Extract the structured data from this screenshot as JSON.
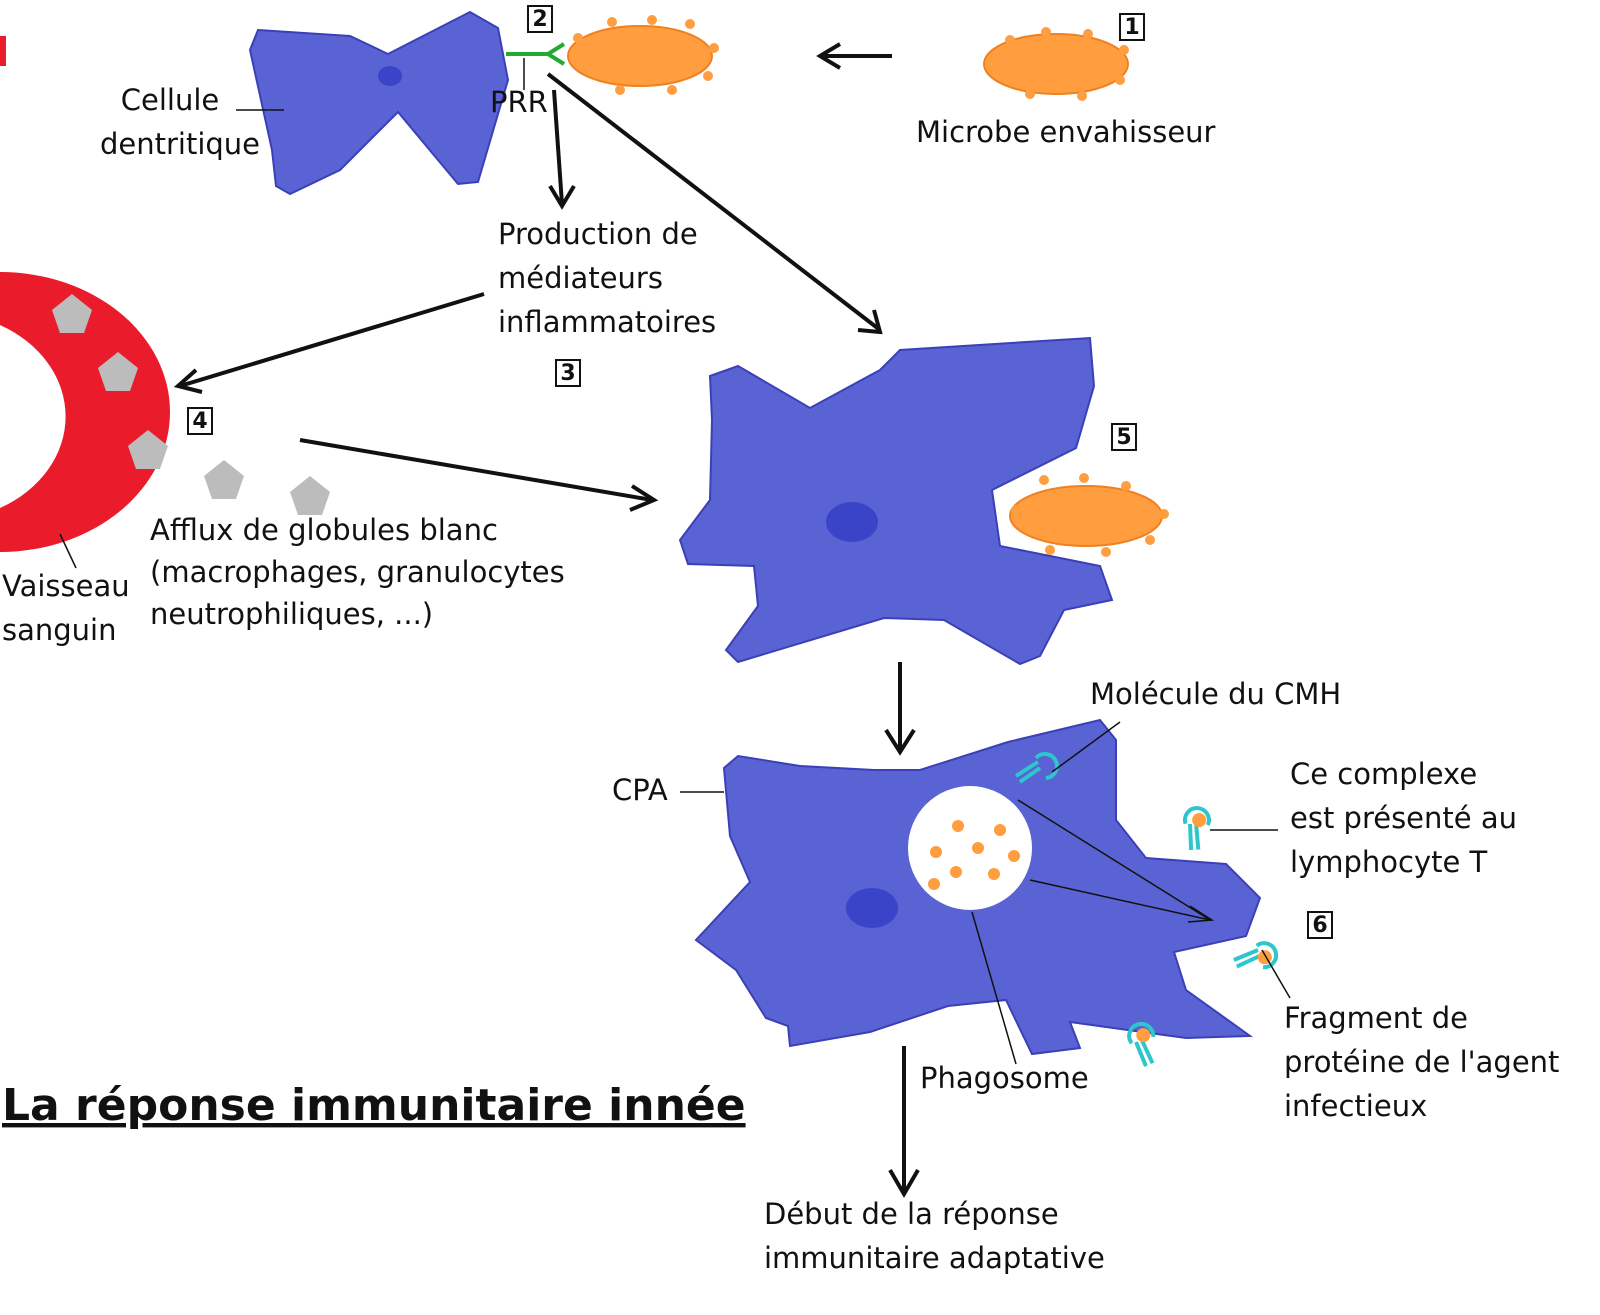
{
  "title": "La réponse immunitaire innée",
  "steps": [
    "1",
    "2",
    "3",
    "4",
    "5",
    "6"
  ],
  "labels": {
    "dendritic_cell": [
      "Cellule",
      "dentritique"
    ],
    "prr": "PRR",
    "microbe": "Microbe envahisseur",
    "mediators": [
      "Production de",
      "médiateurs",
      "inflammatoires"
    ],
    "blood_vessel": [
      "Vaisseau",
      "sanguin"
    ],
    "white_cells": [
      "Afflux de globules blanc",
      "(macrophages, granulocytes",
      "neutrophiliques, ...)"
    ],
    "mhc": "Molécule du CMH",
    "cpa": "CPA",
    "complex": [
      "Ce complexe",
      "est présenté au",
      "lymphocyte T"
    ],
    "fragment": [
      "Fragment de",
      "protéine de l'agent",
      "infectieux"
    ],
    "phagosome": "Phagosome",
    "adaptive": [
      "Début de la réponse",
      "immunitaire adaptative"
    ]
  },
  "colors": {
    "cell": "#5a63d4",
    "cell_outline": "#3a40b8",
    "nucleus": "#3a44c8",
    "microbe": "#ff9d3f",
    "microbe_outline": "#f08020",
    "vessel": "#ea1c2c",
    "leukocyte": "#bcbcbc",
    "mhc": "#2cc6cc",
    "prr": "#22aa33"
  }
}
